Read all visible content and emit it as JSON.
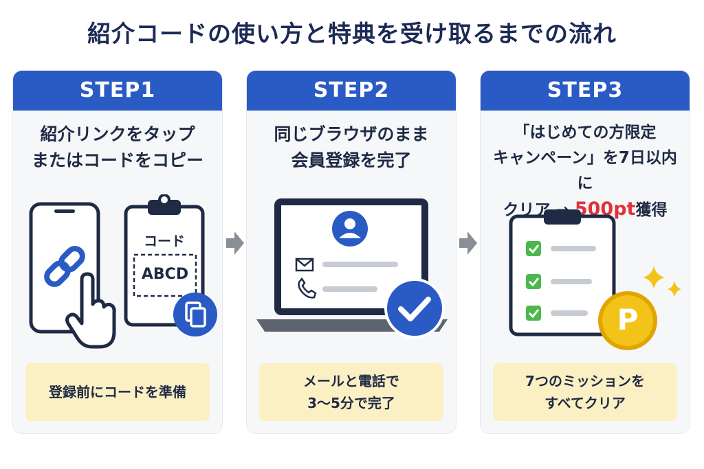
{
  "title": "紹介コードの使い方と特典を受け取るまでの流れ",
  "steps": [
    {
      "label": "STEP1",
      "desc": "紹介リンクをタップ\nまたはコードをコピー",
      "clipboard_label": "コード",
      "code_value": "ABCD",
      "note": "登録前にコードを準備"
    },
    {
      "label": "STEP2",
      "desc": "同じブラウザのまま\n会員登録を完了",
      "note": "メールと電話で\n3〜5分で完了"
    },
    {
      "label": "STEP3",
      "desc_prefix": "「はじめての方限定\nキャンペーン」を7日以内に\nクリア → ",
      "desc_points": "500pt",
      "desc_suffix": "獲得",
      "coin_letter": "P",
      "note": "7つのミッションを\nすべてクリア"
    }
  ],
  "colors": {
    "header_blue": "#2a5bc4",
    "note_yellow": "#fbf0c4",
    "accent_red": "#e0323c",
    "check_green": "#4cb84c",
    "coin_gold": "#f2c318"
  }
}
